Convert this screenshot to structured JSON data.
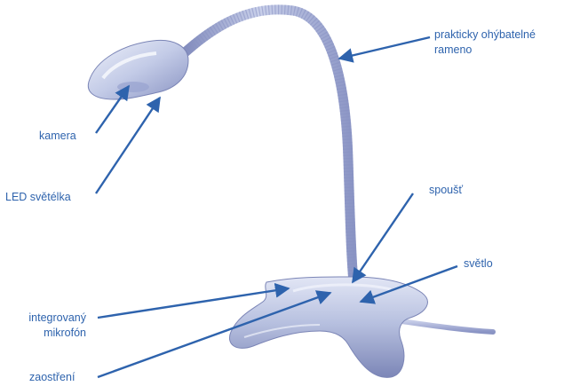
{
  "labels": {
    "kamera": "kamera",
    "led": "LED světélka",
    "rameno_line1": "prakticky ohýbatelné",
    "rameno_line2": "rameno",
    "spoust": "spoušť",
    "svetlo": "světlo",
    "mikrofon_line1": "integrovaný",
    "mikrofon_line2": "mikrofón",
    "zaostreni": "zaostření"
  },
  "colors": {
    "label_text": "#2e63ad",
    "arrow": "#2e63ad",
    "device_light": "#dfe4f3",
    "device_mid": "#a8b2d6",
    "device_dark": "#6f79ac"
  }
}
